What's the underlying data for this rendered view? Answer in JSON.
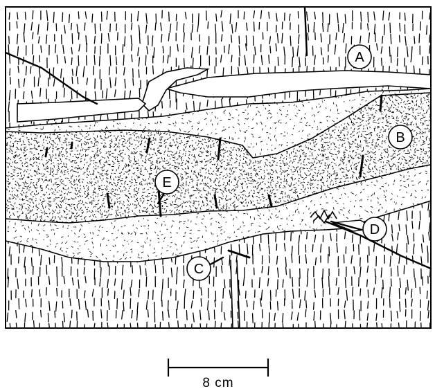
{
  "figure": {
    "labels": [
      {
        "id": "A",
        "text": "A"
      },
      {
        "id": "B",
        "text": "B"
      },
      {
        "id": "C",
        "text": "C"
      },
      {
        "id": "D",
        "text": "D"
      },
      {
        "id": "E",
        "text": "E"
      }
    ],
    "scale_bar": {
      "text": "8 cm"
    }
  }
}
